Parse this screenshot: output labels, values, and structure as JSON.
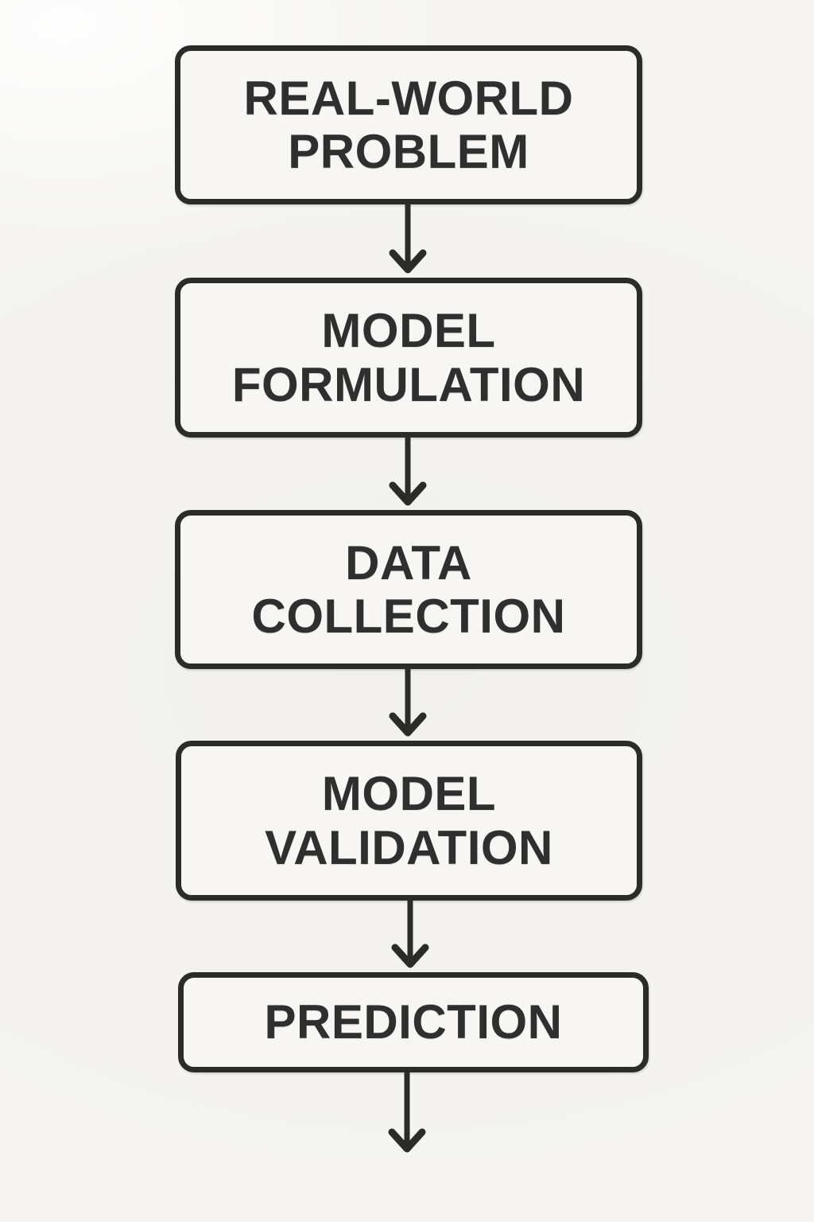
{
  "diagram": {
    "type": "flowchart",
    "direction": "top-down",
    "steps": [
      {
        "id": 1,
        "label": "REAL-WORLD PROBLEM"
      },
      {
        "id": 2,
        "label": "MODEL FORMULATION"
      },
      {
        "id": 3,
        "label": "DATA COLLECTION"
      },
      {
        "id": 4,
        "label": "MODEL VALIDATION"
      },
      {
        "id": 5,
        "label": "PREDICTION"
      }
    ],
    "connections": [
      {
        "from": 1,
        "to": 2
      },
      {
        "from": 2,
        "to": 3
      },
      {
        "from": 3,
        "to": 4
      },
      {
        "from": 4,
        "to": 5
      },
      {
        "from": 5,
        "to": "exit"
      }
    ],
    "colors": {
      "background": "#f5f4f1",
      "box_fill": "#f7f6f3",
      "stroke": "#2b2b29",
      "text": "#2f2f2f"
    }
  }
}
